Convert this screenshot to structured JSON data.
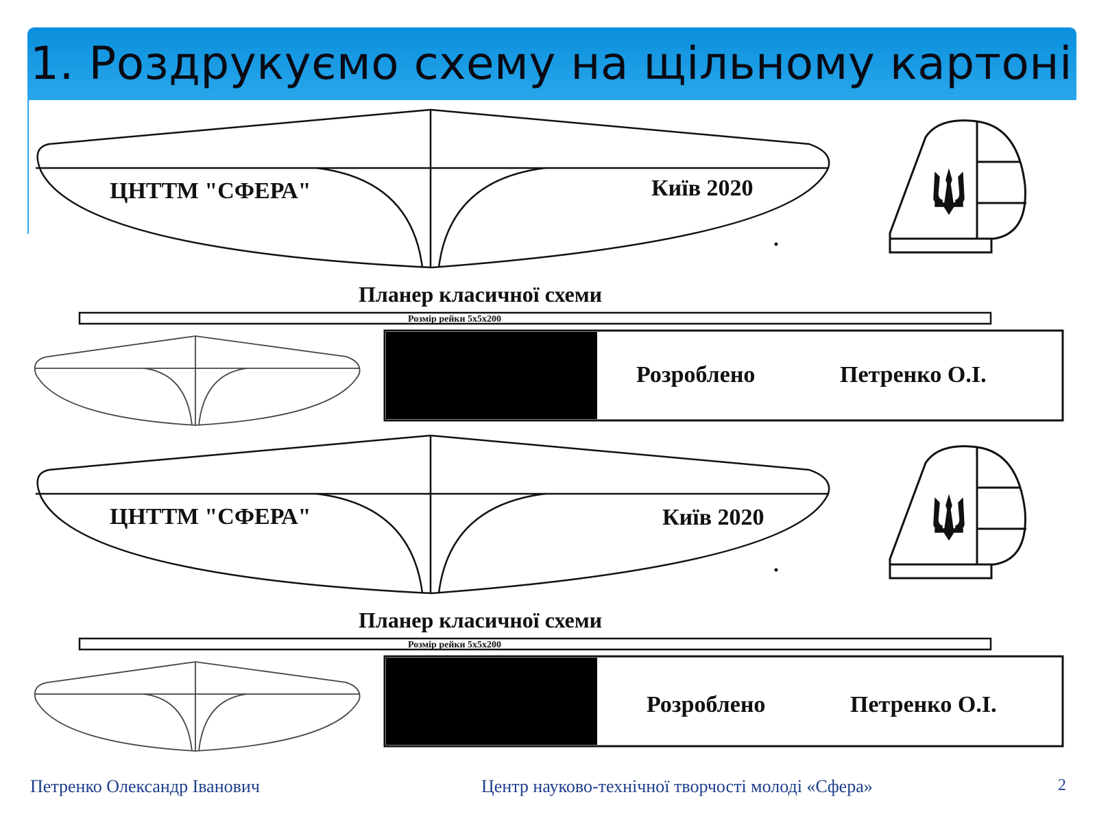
{
  "slide": {
    "title": "1. Роздрукуємо схему на щільному картоні",
    "page_number": "2"
  },
  "template": {
    "org_label": "ЦНТТМ \"СФЕРА\"",
    "city_year": "Київ 2020",
    "model_name": "Планер класичної схеми",
    "rail_size": "Розмір рейки 5х5х200",
    "developed_label": "Розроблено",
    "developer": "Петренко О.І."
  },
  "footer": {
    "author": "Петренко Олександр Іванович",
    "organization": "Центр науково-технічної творчості молоді «Сфера»"
  },
  "colors": {
    "title_bar": "#1a9be6",
    "footer_text": "#1f3f8c",
    "line": "#111111"
  }
}
